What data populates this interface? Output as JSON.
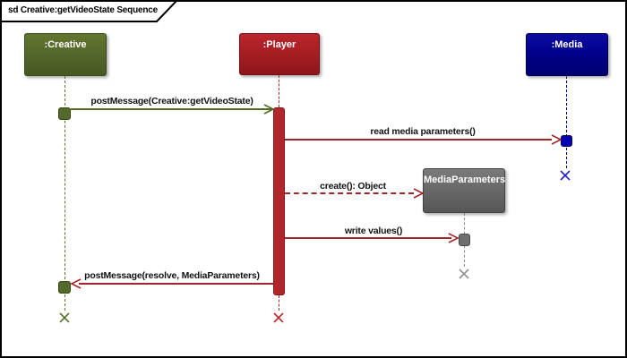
{
  "frame": {
    "title": "sd Creative:getVideoState Sequence"
  },
  "participants": [
    {
      "id": "creative",
      "label": ":Creative",
      "color": "#54682c"
    },
    {
      "id": "player",
      "label": ":Player",
      "color": "#a81e24"
    },
    {
      "id": "media",
      "label": ":Media",
      "color": "#00008b"
    },
    {
      "id": "mediaparameters",
      "label": "MediaParameters",
      "color": "#696969"
    }
  ],
  "messages": [
    {
      "label": "postMessage(Creative:getVideoState)",
      "from": ":Creative",
      "to": ":Player",
      "line": "solid",
      "color": "#4e6b1f"
    },
    {
      "label": "read media parameters()",
      "from": ":Player",
      "to": ":Media",
      "line": "solid",
      "color": "#a1262b"
    },
    {
      "label": "create(): Object",
      "from": ":Player",
      "to": "MediaParameters",
      "line": "dashed",
      "color": "#a1262b"
    },
    {
      "label": "write values()",
      "from": ":Player",
      "to": "MediaParameters",
      "line": "solid",
      "color": "#a1262b"
    },
    {
      "label": "postMessage(resolve, MediaParameters)",
      "from": ":Player",
      "to": ":Creative",
      "line": "solid",
      "color": "#a1262b"
    }
  ]
}
